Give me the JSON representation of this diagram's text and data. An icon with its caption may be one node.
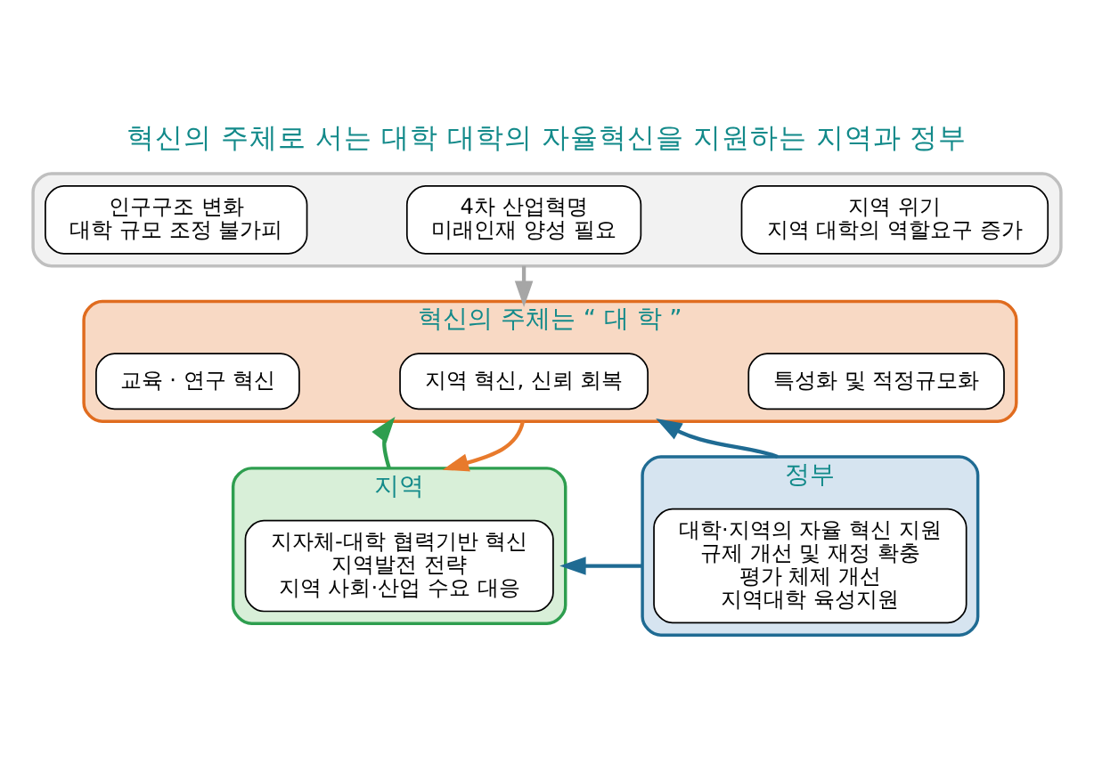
{
  "diagram": {
    "title": "혁신의 주체로 서는 대학 대학의 자율혁신을 지원하는 지역과 정부",
    "nodes": [
      {
        "text": [],
        "shape": "box"
      },
      {
        "text": [
          "인구구조 변화",
          "대학 규모 조정 불가피"
        ],
        "in": 0
      },
      {
        "text": [
          "4차 산업혁명",
          "미래인재 양성 필요"
        ],
        "in": 0
      },
      {
        "text": [
          "지역 위기",
          "지역 대학의 역할요구 증가"
        ],
        "in": 0
      },
      {
        "text": [
          "혁신의 주체는 “ 대 학 ”"
        ]
      },
      {
        "text": [
          "교육 · 연구 혁신"
        ],
        "in": 4
      },
      {
        "text": [
          "지역 혁신, 신뢰 회복"
        ],
        "in": 4
      },
      {
        "text": [
          "특성화 및 적정규모화"
        ],
        "in": 4
      },
      {
        "text": [
          "지역"
        ]
      },
      {
        "text": [
          "지자체-대학 협력기반 혁신",
          "지역발전 전략",
          "지역 사회·산업 수요 대응"
        ],
        "in": 8
      },
      {
        "text": [
          "정부"
        ]
      },
      {
        "text": [
          "대학·지역의 자율 혁신 지원",
          "규제 개선 및 재정 확충",
          "평가 체제 개선",
          "지역대학 육성지원"
        ],
        "in": 10
      }
    ],
    "edges": [
      {
        "from": 0,
        "to": 4,
        "arrow": "to",
        "color": "#a6a6a6"
      },
      {
        "from": 8,
        "to": 4,
        "arrow": "to",
        "color": "#2e9e4f"
      },
      {
        "from": 4,
        "to": 8,
        "arrow": "to",
        "color": "#e87a2c"
      },
      {
        "from": 10,
        "to": 4,
        "arrow": "to",
        "color": "#1f6b93"
      },
      {
        "from": 10,
        "to": 8,
        "arrow": "to",
        "color": "#1f6b93"
      }
    ]
  }
}
